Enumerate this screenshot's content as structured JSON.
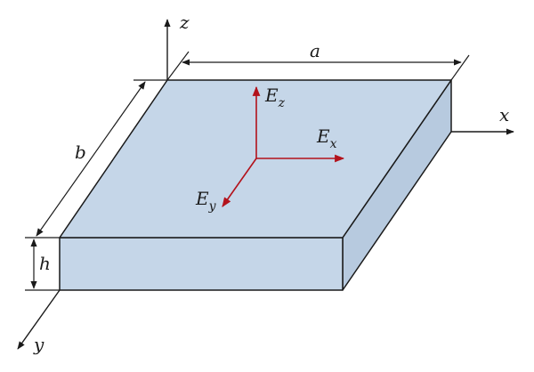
{
  "colors": {
    "slab_fill": "#c5d6e8",
    "outline": "#1a1a1a",
    "field_vector": "#b3121b"
  },
  "axes": {
    "x": "x",
    "y": "y",
    "z": "z"
  },
  "dimensions": {
    "length": "a",
    "width": "b",
    "thickness": "h"
  },
  "field_components": {
    "x": {
      "base": "E",
      "sub": "x"
    },
    "y": {
      "base": "E",
      "sub": "y"
    },
    "z": {
      "base": "E",
      "sub": "z"
    }
  }
}
